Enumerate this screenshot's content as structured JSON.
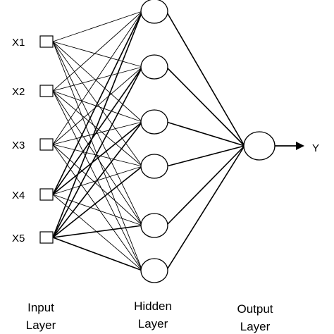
{
  "diagram": {
    "input_nodes": [
      "X1",
      "X2",
      "X3",
      "X4",
      "X5"
    ],
    "hidden_node_count": 6,
    "output_label": "Y",
    "layers": {
      "input": [
        "Input",
        "Layer"
      ],
      "hidden": [
        "Hidden",
        "Layer"
      ],
      "output": [
        "Output",
        "Layer"
      ]
    },
    "line_color": "#000000",
    "background": "#ffffff"
  }
}
